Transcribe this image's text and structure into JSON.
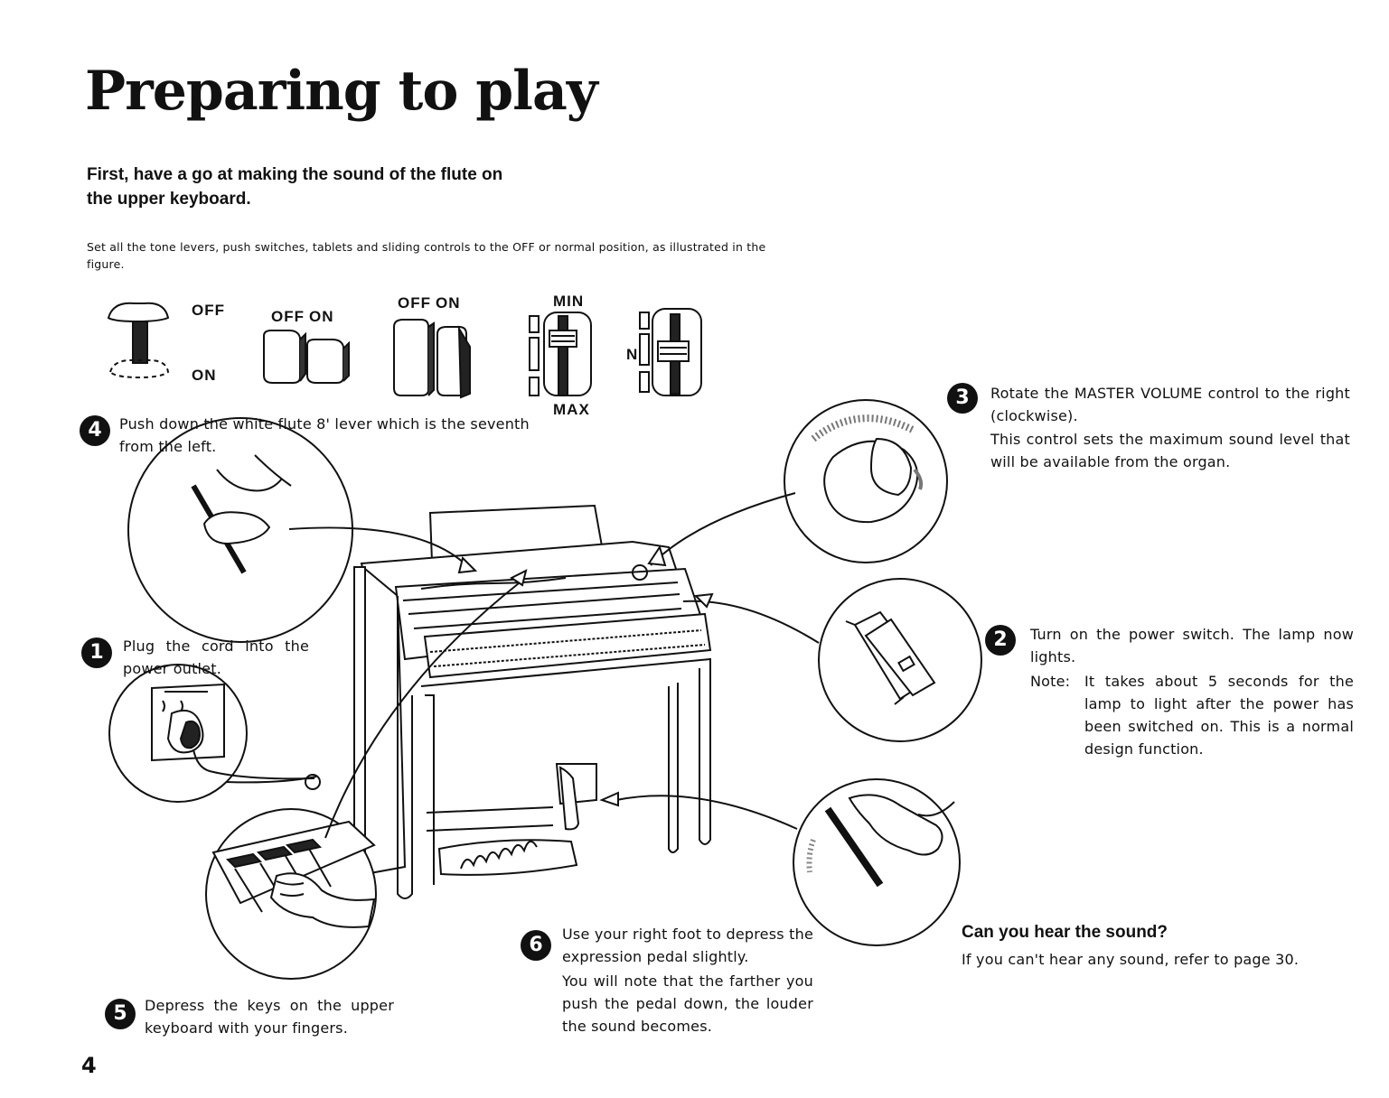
{
  "page": {
    "title": "Preparing to play",
    "subtitle": "First, have a go at making the sound of the flute on the upper keyboard.",
    "intro": "Set all the tone levers, push switches, tablets and sliding controls to the OFF or normal position, as illustrated in the figure.",
    "page_number": "4"
  },
  "controls": {
    "lever_off": "OFF",
    "lever_on": "ON",
    "push_off": "OFF",
    "push_on": "ON",
    "tablet_off": "OFF",
    "tablet_on": "ON",
    "slider_min": "MIN",
    "slider_max": "MAX",
    "slider_n": "N"
  },
  "steps": {
    "s1": {
      "number": "1",
      "text": "Plug the cord into the power outlet."
    },
    "s2": {
      "number": "2",
      "text": "Turn on the power switch. The lamp now lights.",
      "note_label": "Note:",
      "note_text": "It takes about 5 seconds for the lamp to light after the power has been switched on. This is a normal design function."
    },
    "s3": {
      "number": "3",
      "text1": "Rotate the MASTER VOLUME control to the right (clockwise).",
      "text2": "This control sets the maximum sound level that will be available from the organ."
    },
    "s4": {
      "number": "4",
      "text": "Push down the white flute 8' lever which is the seventh from the left."
    },
    "s5": {
      "number": "5",
      "text": "Depress the keys on the upper keyboard with your fingers."
    },
    "s6": {
      "number": "6",
      "text1": "Use your right foot to depress the expression pedal slightly.",
      "text2": "You will note that the farther you push the pedal down, the louder the sound becomes."
    }
  },
  "hear": {
    "title": "Can you hear the sound?",
    "text": "If you can't hear any sound, refer to page 30."
  }
}
